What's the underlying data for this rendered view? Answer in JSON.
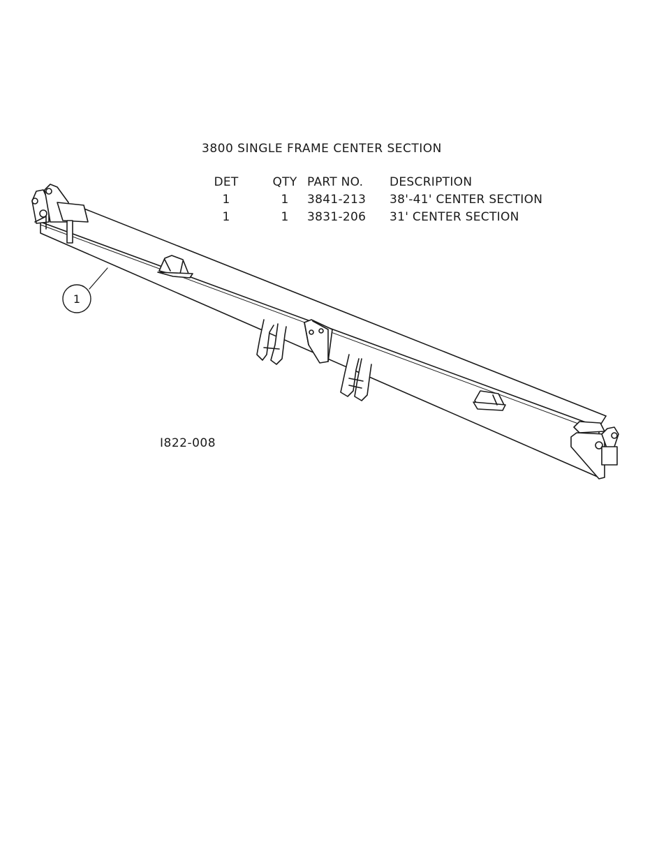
{
  "title": "3800 SINGLE FRAME CENTER SECTION",
  "parts_table": {
    "headers": [
      "DET",
      "QTY",
      "PART NO.",
      "DESCRIPTION"
    ],
    "rows": [
      {
        "det": "1",
        "qty": "1",
        "part_no": "3841-213",
        "description": "38'-41' CENTER SECTION"
      },
      {
        "det": "1",
        "qty": "1",
        "part_no": "3831-206",
        "description": "31' CENTER SECTION"
      }
    ]
  },
  "callout": {
    "label": "1"
  },
  "drawing_number": "I822-008"
}
